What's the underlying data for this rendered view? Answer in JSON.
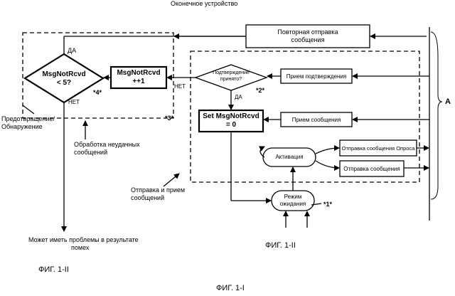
{
  "title": "Оконечное устройство",
  "boxes": {
    "resend": [
      "Повторная отправка",
      "сообщения"
    ],
    "counter_check": [
      "MsgNotRcvd",
      "< 5?"
    ],
    "counter_inc": [
      "MsgNotRcvd",
      "++1"
    ],
    "ack_received": [
      "Подтверждение",
      "принято?"
    ],
    "ack_reception": "Прием подтверждения",
    "set_counter": [
      "Set MsgNotRcvd",
      "= 0"
    ],
    "msg_reception": "Прием сообщения",
    "activation": "Активация",
    "send_poll": "Отправка сообщения Опроса",
    "send_msg": "Отправка сообщения",
    "standby": [
      "Режим",
      "ожидания"
    ]
  },
  "labels": {
    "yes_top": "ДА",
    "no_left": "НЕТ",
    "no_mid": "НЕТ",
    "yes_mid": "ДА",
    "mark4": "*4*",
    "mark3": "*3*",
    "mark2": "*2*",
    "mark1": "*1*",
    "A": "A",
    "prevention": [
      "Предотвращение/",
      "Обнаружение"
    ],
    "fail_processing": [
      "Обработка неудачных",
      "сообщений"
    ],
    "send_receive": [
      "Отправка и прием",
      "сообщений"
    ],
    "interference": [
      "Может иметь проблемы в результате",
      "помех"
    ],
    "fig_1_II_left": "ФИГ. 1-II",
    "fig_1_II_right": "ФИГ. 1-II",
    "fig_1_I": "ФИГ. 1-I"
  }
}
